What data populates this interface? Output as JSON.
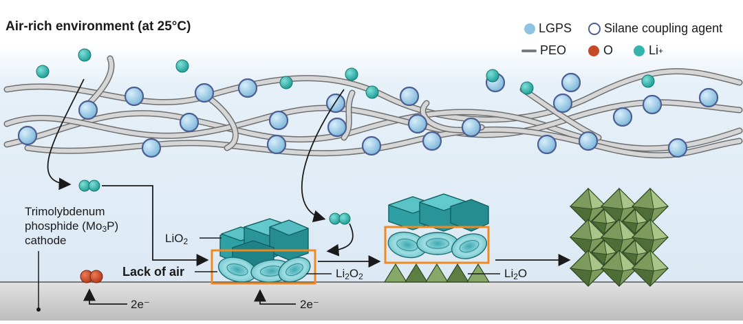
{
  "title": "Air-rich environment (at 25°C)",
  "legend": {
    "lgps": "LGPS",
    "silane": "Silane coupling agent",
    "peo": "PEO",
    "o": "O",
    "li_base": "Li",
    "li_sup": "+"
  },
  "labels": {
    "cathode_line1": "Trimolybdenum",
    "cathode_line2_a": "phosphide (Mo",
    "cathode_line2_sub": "3",
    "cathode_line2_b": "P)",
    "cathode_line3": "cathode",
    "lack_of_air": "Lack of air",
    "lio2_base": "LiO",
    "lio2_sub": "2",
    "li2o2_a": "Li",
    "li2o2_sub1": "2",
    "li2o2_b": "O",
    "li2o2_sub2": "2",
    "li2o_a": "Li",
    "li2o_sub": "2",
    "li2o_b": "O",
    "electrons_1": "2e⁻",
    "electrons_2": "2e⁻"
  },
  "colors": {
    "lgps": "#8fc3e3",
    "lgps_ring": "#4d5e93",
    "peo": "#c9c9c9",
    "oxygen": "#c44a2a",
    "lithium": "#35b3ad",
    "highlight": "#ef8a23",
    "li2o2": "#7fcfd6",
    "li2o": "#7d9b5d",
    "lio2": "#2f9fa3"
  }
}
